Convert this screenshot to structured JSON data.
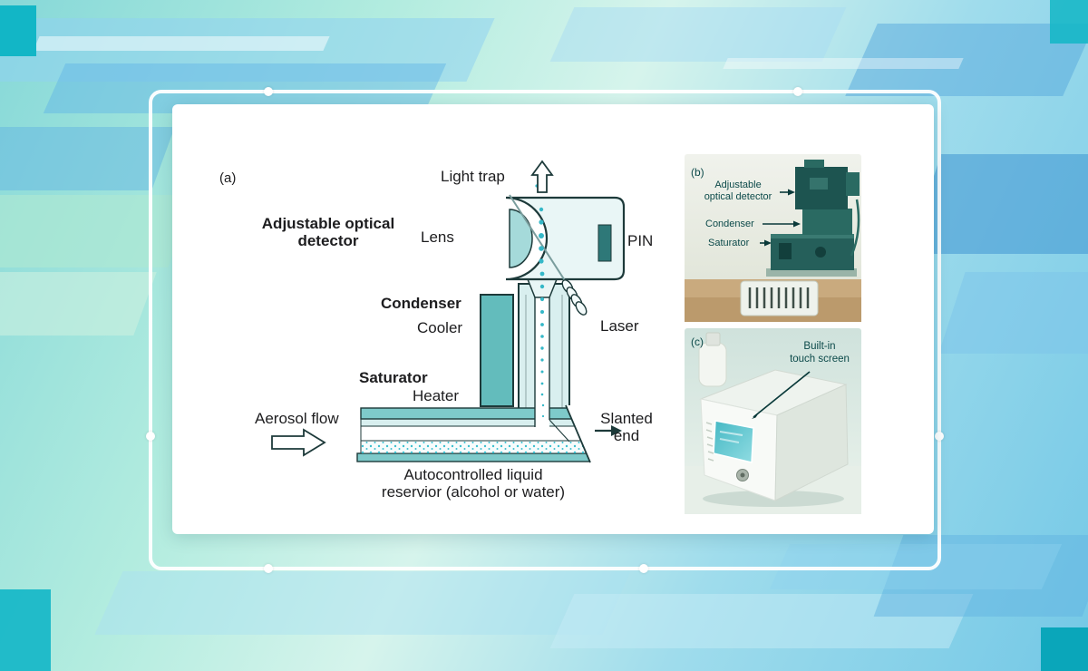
{
  "figure": {
    "panel_a": {
      "tag": "(a)",
      "labels": {
        "light_trap": "Light trap",
        "adjustable_optical_detector": [
          "Adjustable optical",
          "detector"
        ],
        "lens": "Lens",
        "pin": "PIN",
        "laser": "Laser",
        "condenser": "Condenser",
        "cooler": "Cooler",
        "saturator": "Saturator",
        "heater": "Heater",
        "aerosol_flow": "Aerosol flow",
        "slanted_end": [
          "Slanted",
          "end"
        ],
        "reservoir": [
          "Autocontrolled liquid",
          "reservior (alcohol or water)"
        ]
      }
    },
    "panel_b": {
      "tag": "(b)",
      "labels": {
        "adjustable_optical_detector": [
          "Adjustable",
          "optical detector"
        ],
        "condenser": "Condenser",
        "saturator": "Saturator"
      }
    },
    "panel_c": {
      "tag": "(c)",
      "labels": {
        "touch_screen": [
          "Built-in",
          "touch screen"
        ]
      }
    },
    "colors": {
      "schematic_teal": "#7ecaca",
      "schematic_outline": "#1d3a3a",
      "particle_dot": "#35b8c8",
      "photo_label_text": "#0c4a4a",
      "background_teal": "#12b6c6"
    }
  }
}
